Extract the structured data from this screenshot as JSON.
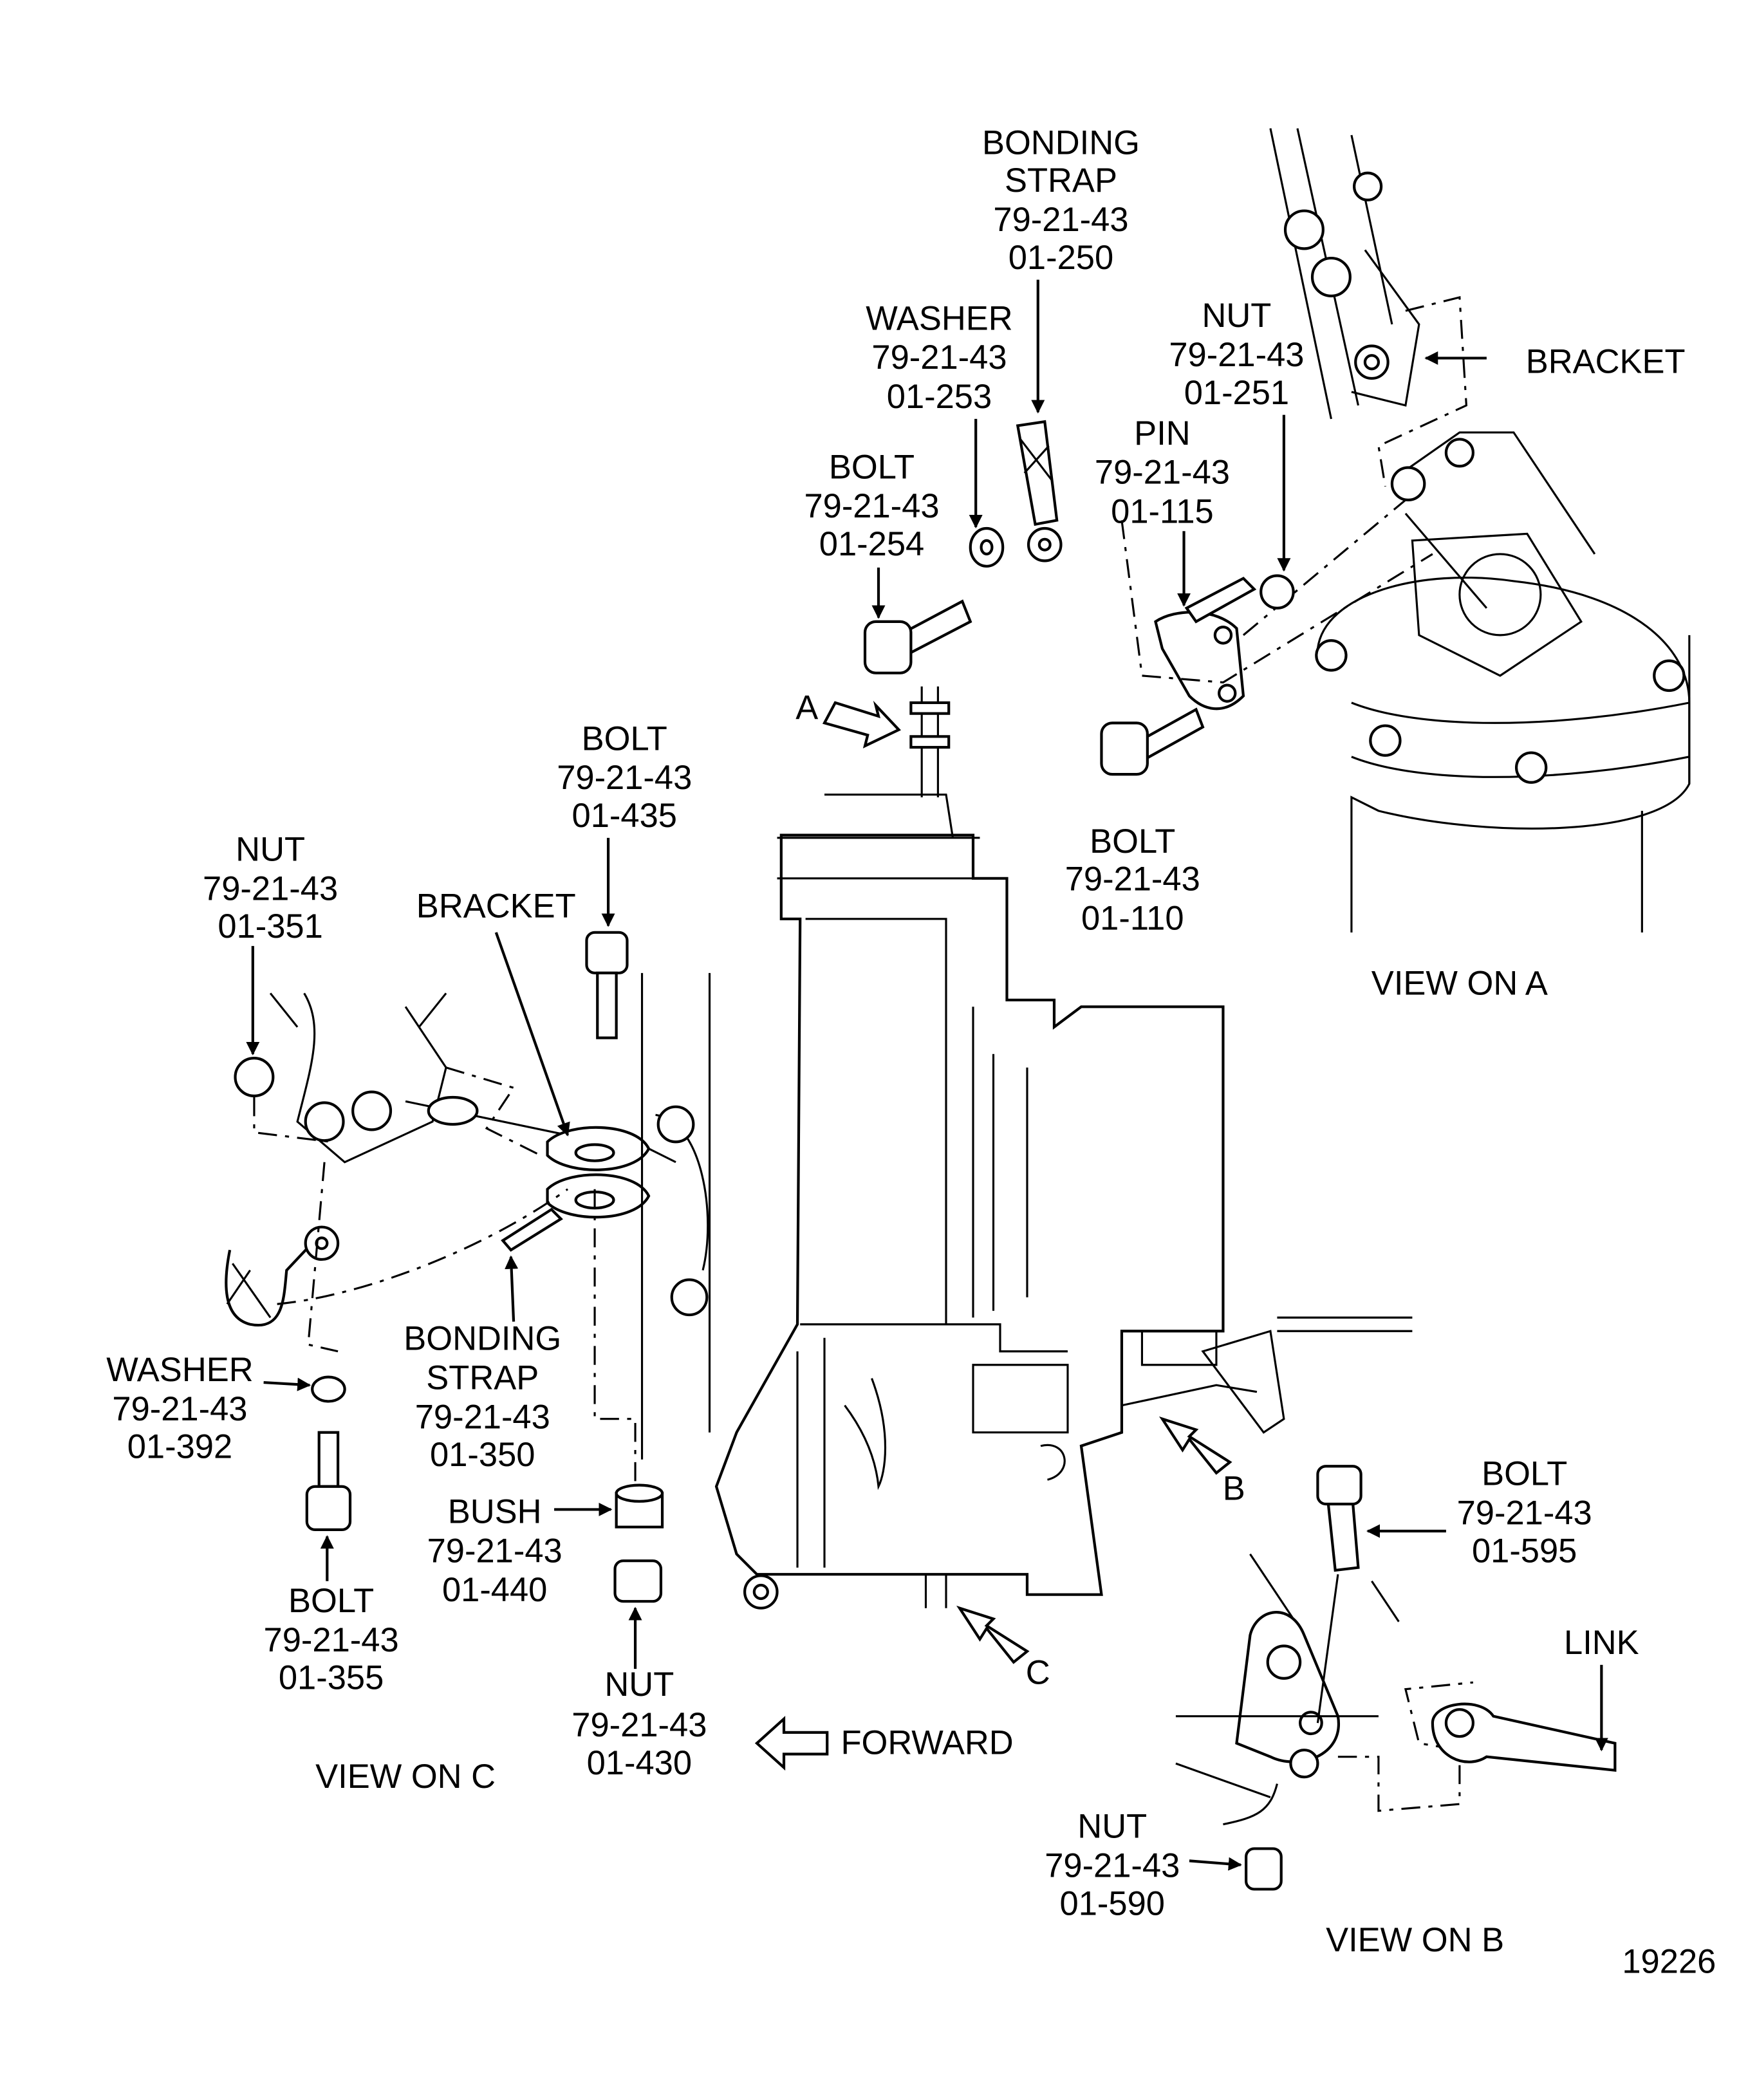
{
  "callouts": {
    "bonding_strap_a": {
      "name_1": "BONDING",
      "name_2": "STRAP",
      "group": "79-21-43",
      "item": "01-250"
    },
    "washer_a": {
      "name": "WASHER",
      "group": "79-21-43",
      "item": "01-253"
    },
    "nut_a": {
      "name": "NUT",
      "group": "79-21-43",
      "item": "01-251"
    },
    "bracket_a": {
      "name": "BRACKET"
    },
    "pin_a": {
      "name": "PIN",
      "group": "79-21-43",
      "item": "01-115"
    },
    "bolt_a1": {
      "name": "BOLT",
      "group": "79-21-43",
      "item": "01-254"
    },
    "bolt_a2": {
      "name": "BOLT",
      "group": "79-21-43",
      "item": "01-110"
    },
    "bolt_c1": {
      "name": "BOLT",
      "group": "79-21-43",
      "item": "01-435"
    },
    "nut_c1": {
      "name": "NUT",
      "group": "79-21-43",
      "item": "01-351"
    },
    "bracket_c": {
      "name": "BRACKET"
    },
    "washer_c": {
      "name": "WASHER",
      "group": "79-21-43",
      "item": "01-392"
    },
    "bonding_strap_c": {
      "name_1": "BONDING",
      "name_2": "STRAP",
      "group": "79-21-43",
      "item": "01-350"
    },
    "bush_c": {
      "name": "BUSH",
      "group": "79-21-43",
      "item": "01-440"
    },
    "bolt_c2": {
      "name": "BOLT",
      "group": "79-21-43",
      "item": "01-355"
    },
    "nut_c2": {
      "name": "NUT",
      "group": "79-21-43",
      "item": "01-430"
    },
    "bolt_b": {
      "name": "BOLT",
      "group": "79-21-43",
      "item": "01-595"
    },
    "link_b": {
      "name": "LINK"
    },
    "nut_b": {
      "name": "NUT",
      "group": "79-21-43",
      "item": "01-590"
    }
  },
  "view_markers": {
    "a": "A",
    "b": "B",
    "c": "C"
  },
  "view_titles": {
    "a": "VIEW  ON  A",
    "b": "VIEW  ON  B",
    "c": "VIEW  ON  C"
  },
  "forward_label": "FORWARD",
  "figure_number": "19226"
}
